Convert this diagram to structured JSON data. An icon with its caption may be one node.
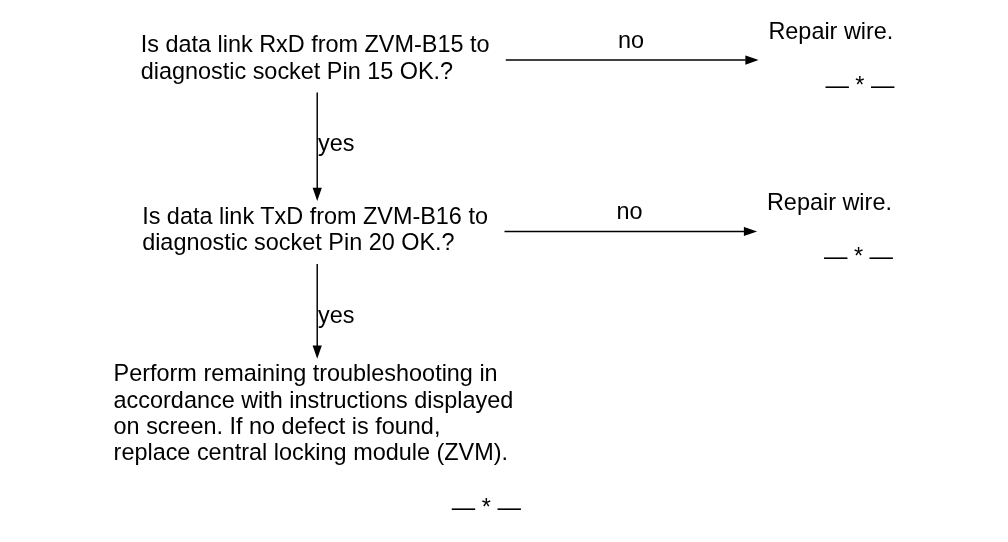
{
  "diagram": {
    "nodes": [
      {
        "text": [
          "Is data link RxD from ZVM-B15 to diagnostic socket Pin 15 OK.?"
        ]
      },
      {
        "text": [
          "Repair wire."
        ],
        "beside": [
          "— * —"
        ]
      },
      {
        "text": [
          "Is data link TxD from ZVM-B16 to diagnostic socket Pin 20 OK.?"
        ]
      },
      {
        "text": [
          "Repair wire."
        ],
        "beside": [
          "— * —"
        ]
      },
      {
        "text": [
          "Perform remaining troubleshooting in accordance with instructions displayed on screen. If no defect is found, replace central locking module (ZVM)."
        ],
        "beside": [
          "— * —"
        ]
      }
    ],
    "edges": [
      {
        "from": 0,
        "to": 1,
        "arrow": "to",
        "label": "no"
      },
      {
        "from": 0,
        "to": 2,
        "arrow": "to",
        "label": "yes"
      },
      {
        "from": 2,
        "to": 3,
        "arrow": "to",
        "label": "no"
      },
      {
        "from": 2,
        "to": 4,
        "arrow": "to",
        "label": "yes"
      }
    ]
  }
}
